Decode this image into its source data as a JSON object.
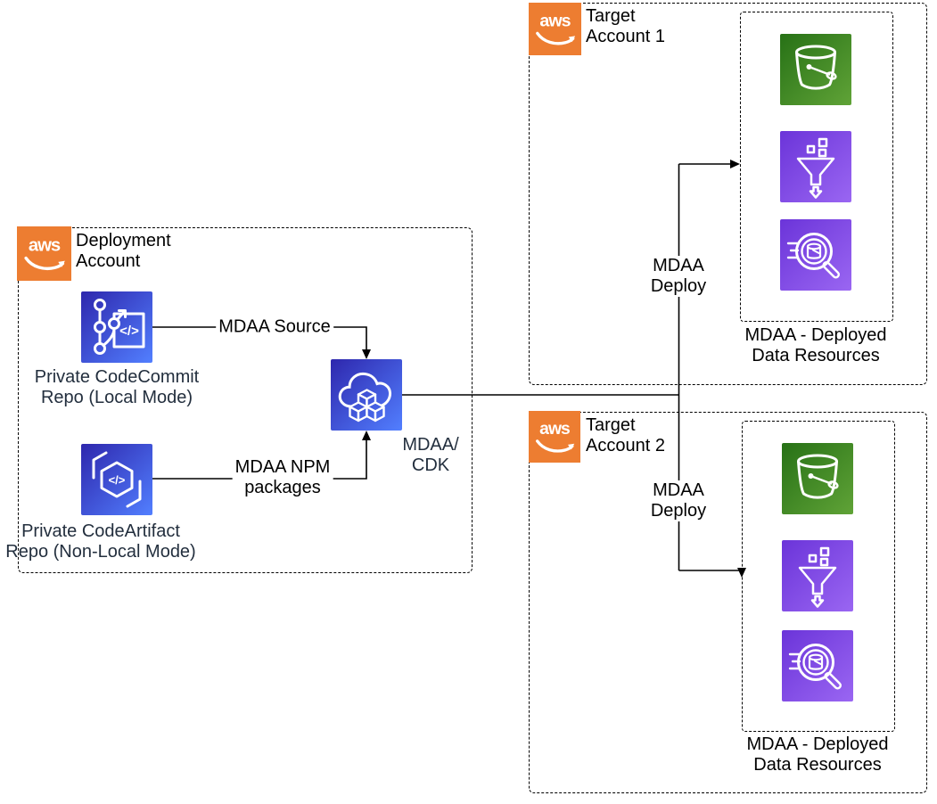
{
  "aws_logo_text": "aws",
  "colors": {
    "aws_orange": "#ED7D31",
    "dev_tools_gradient_start": "#2E27AD",
    "dev_tools_gradient_end": "#527FFF",
    "storage_gradient_start": "#277116",
    "storage_gradient_end": "#60A337",
    "analytics_gradient_start": "#6B34D9",
    "analytics_gradient_end": "#9A66F2",
    "line": "#000000"
  },
  "deployment_account": {
    "title": "Deployment\nAccount",
    "codecommit": {
      "icon": "codecommit-icon",
      "caption": "Private CodeCommit\nRepo (Local Mode)"
    },
    "codeartifact": {
      "icon": "codeartifact-icon",
      "caption": "Private CodeArtifact\nRepo (Non-Local Mode)"
    },
    "cdk": {
      "icon": "cdk-icon",
      "caption": "MDAA/\nCDK"
    }
  },
  "edges": {
    "mdaa_source": "MDAA Source",
    "mdaa_npm": "MDAA NPM\npackages",
    "deploy_1": "MDAA\nDeploy",
    "deploy_2": "MDAA\nDeploy"
  },
  "target_account_1": {
    "title": "Target\nAccount 1",
    "resources_caption": "MDAA - Deployed\nData Resources",
    "icons": [
      "s3-bucket-icon",
      "glue-funnel-icon",
      "athena-icon"
    ]
  },
  "target_account_2": {
    "title": "Target\nAccount 2",
    "resources_caption": "MDAA - Deployed\nData Resources",
    "icons": [
      "s3-bucket-icon",
      "glue-funnel-icon",
      "athena-icon"
    ]
  }
}
